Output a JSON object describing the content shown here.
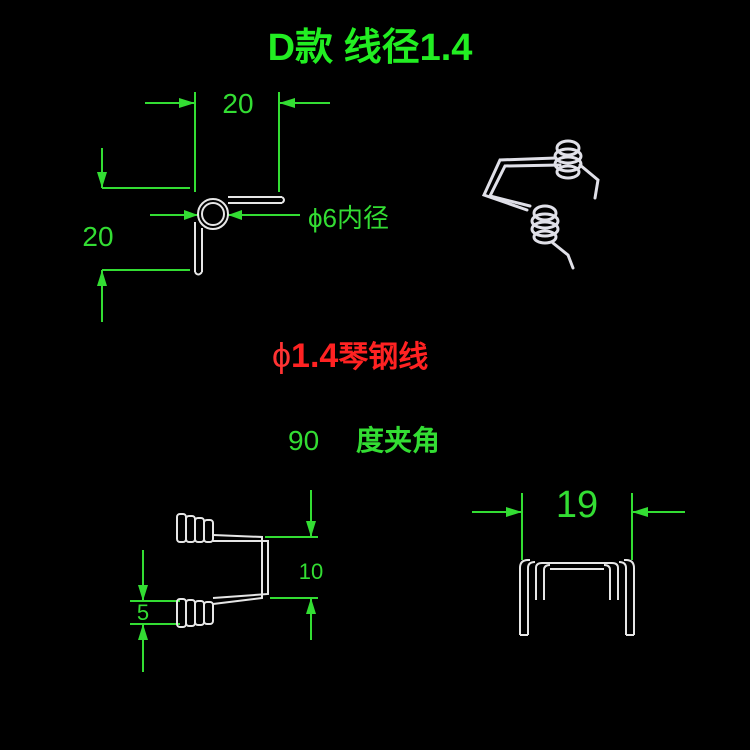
{
  "title": "D款  线径1.4",
  "top_view": {
    "width_dim": "20",
    "height_dim": "20",
    "inner_diameter_label": "ϕ6内径"
  },
  "material_label": {
    "symbol": "ϕ",
    "value": "1.4",
    "text": "琴钢线"
  },
  "angle_label": {
    "value": "90",
    "text": "度夹角"
  },
  "side_view": {
    "span_dim": "10",
    "coil_dim": "5"
  },
  "front_view": {
    "width_dim": "19"
  },
  "colors": {
    "background": "#000000",
    "title": "#22ee22",
    "dimension": "#33dd33",
    "material_symbol": "#ff3333",
    "material_text": "#ff2222",
    "wire": "#e6e6e6"
  }
}
